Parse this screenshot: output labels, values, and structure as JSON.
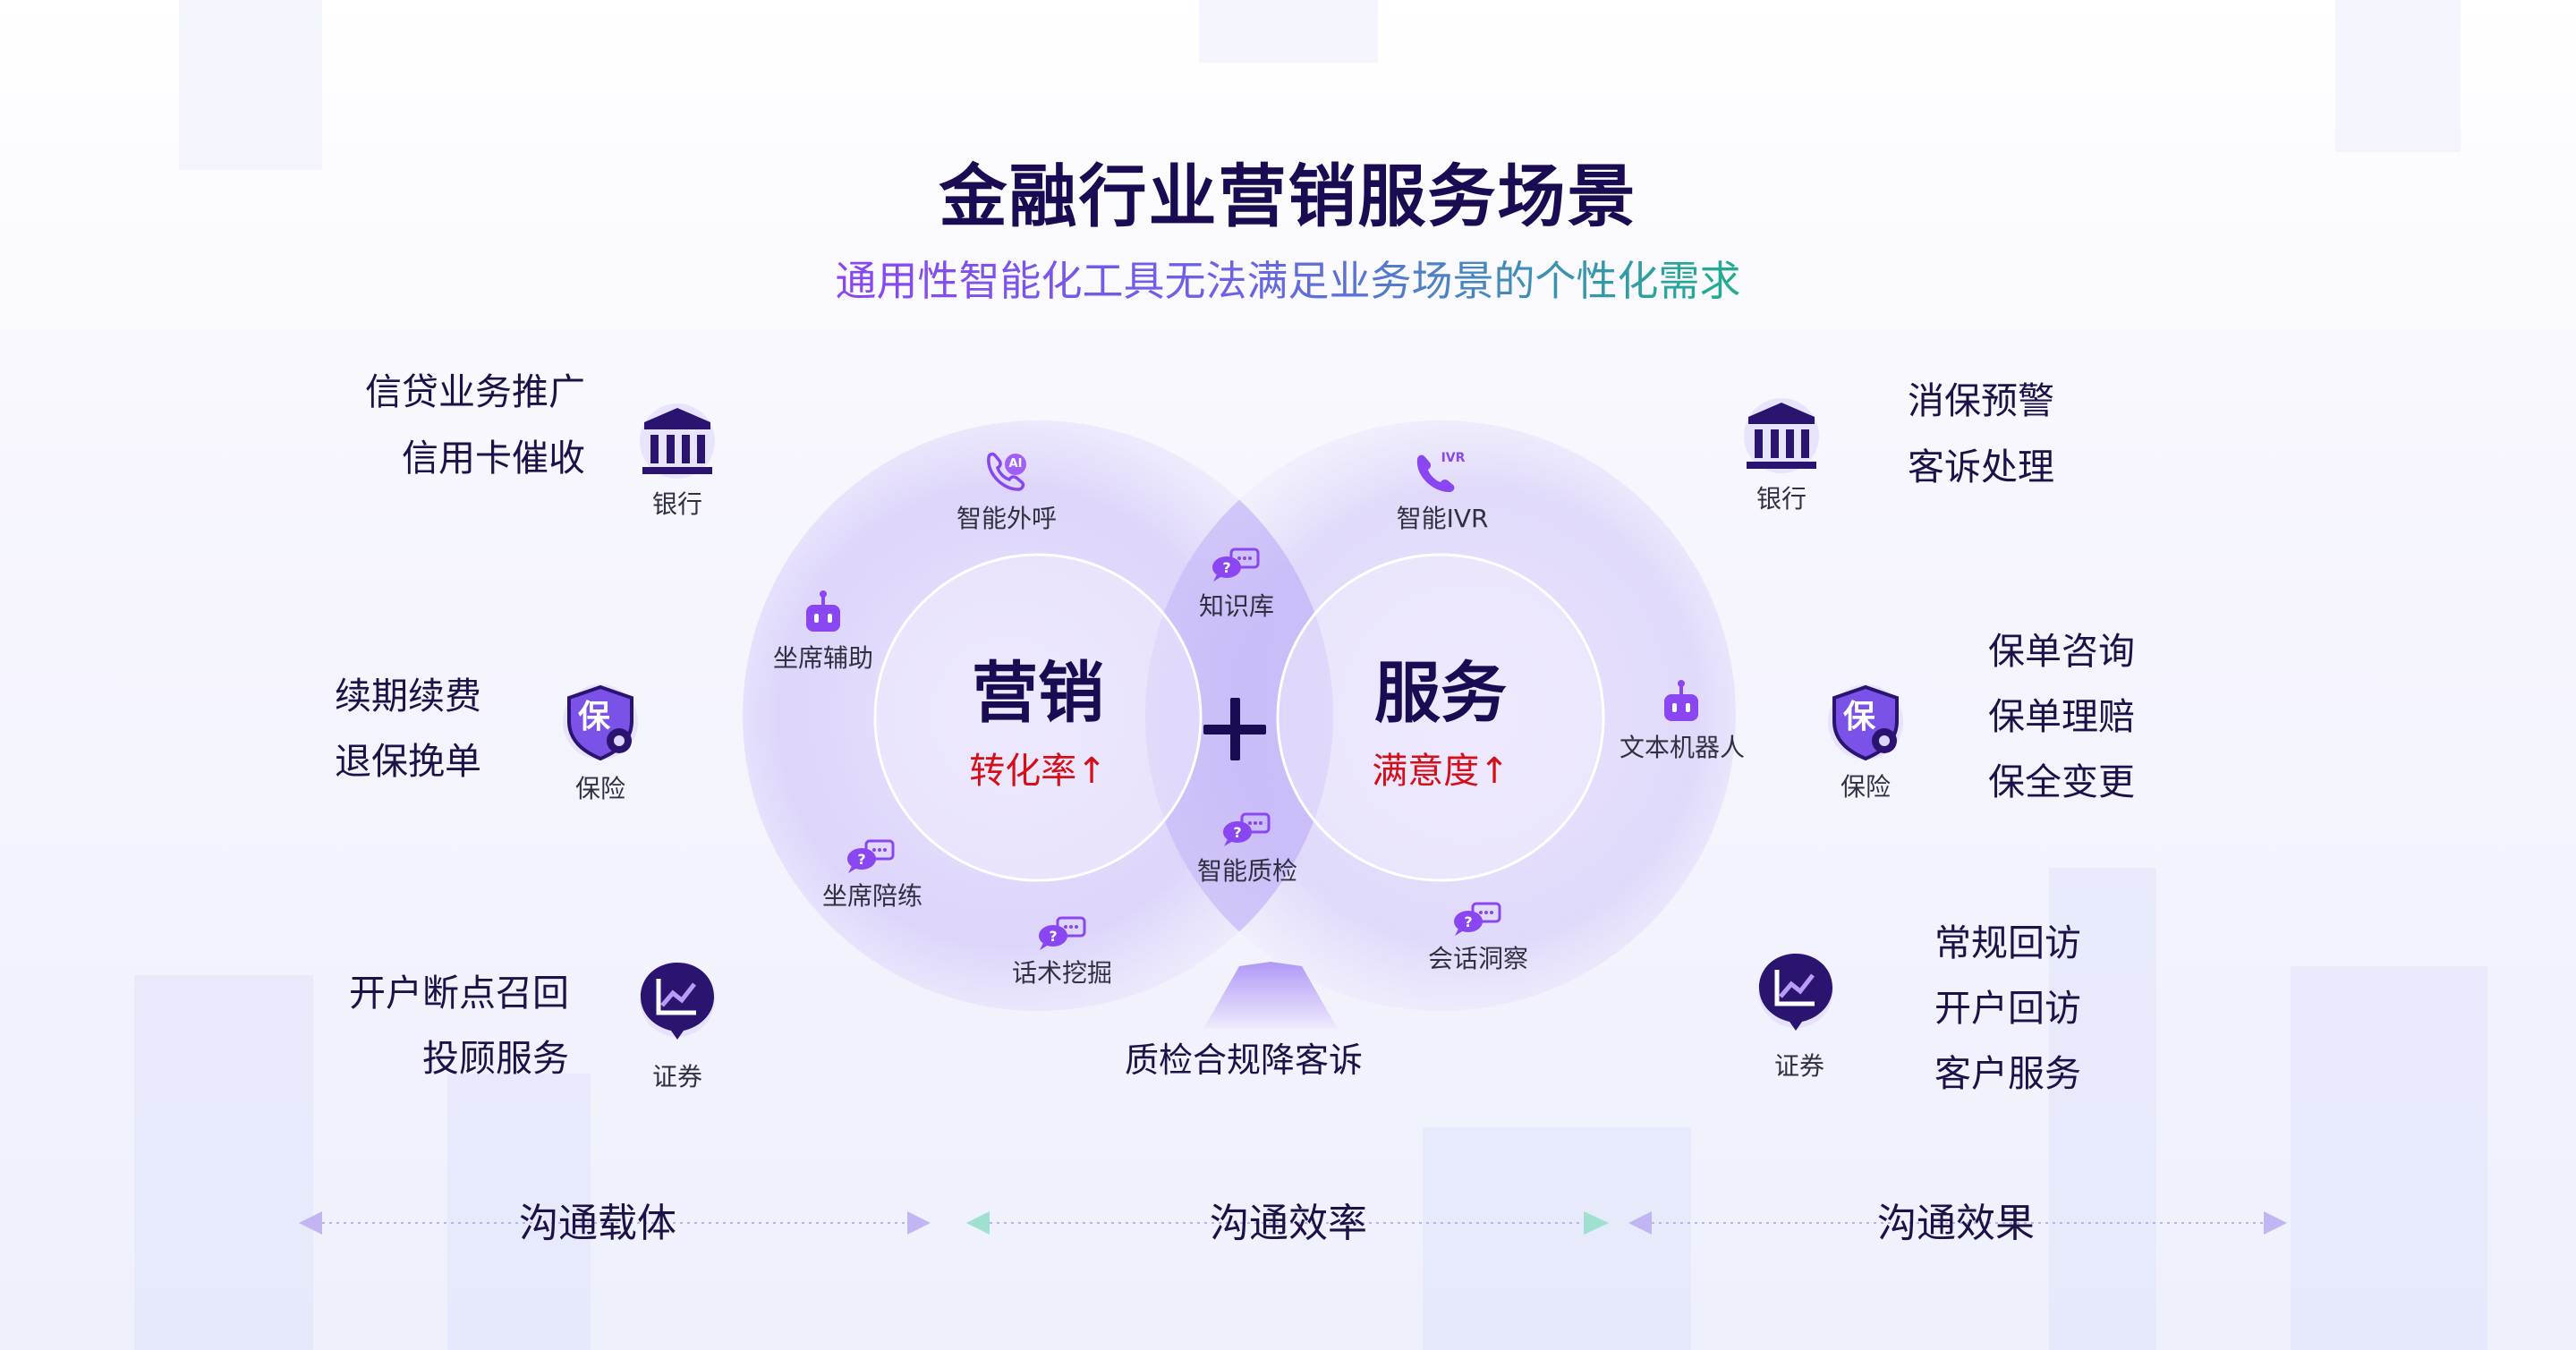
{
  "title": "金融行业营销服务场景",
  "subtitle": "通用性智能化工具无法满足业务场景的个性化需求",
  "left_groups": [
    {
      "icon": "bank-icon",
      "caption": "银行",
      "lines": [
        "信贷业务推广",
        "信用卡催收"
      ]
    },
    {
      "icon": "insurance-shield-icon",
      "caption": "保险",
      "lines": [
        "续期续费",
        "退保挽单"
      ]
    },
    {
      "icon": "securities-chart-icon",
      "caption": "证券",
      "lines": [
        "开户断点召回",
        "投顾服务"
      ]
    }
  ],
  "right_groups": [
    {
      "icon": "bank-icon",
      "caption": "银行",
      "lines": [
        "消保预警",
        "客诉处理"
      ]
    },
    {
      "icon": "insurance-shield-icon",
      "caption": "保险",
      "lines": [
        "保单咨询",
        "保单理赔",
        "保全变更"
      ]
    },
    {
      "icon": "securities-chart-icon",
      "caption": "证券",
      "lines": [
        "常规回访",
        "开户回访",
        "客户服务"
      ]
    }
  ],
  "shield_char": "保",
  "marketing": {
    "title": "营销",
    "metric": "转化率↑"
  },
  "service": {
    "title": "服务",
    "metric": "满意度↑"
  },
  "plus": "+",
  "tools": {
    "smart_outbound": "智能外呼",
    "agent_assist": "坐席辅助",
    "agent_training": "坐席陪练",
    "script_mining": "话术挖掘",
    "knowledge_base": "知识库",
    "smart_qc": "智能质检",
    "smart_ivr": "智能IVR",
    "text_robot": "文本机器人",
    "session_insight": "会话洞察"
  },
  "ai_badge": "AI",
  "ivr_badge": "IVR",
  "bottom_label": "质检合规降客诉",
  "footer": [
    "沟通载体",
    "沟通效率",
    "沟通效果"
  ],
  "colors": {
    "title": "#1a0b52",
    "accent_purple": "#8a46f0",
    "accent_green": "#1fae8e",
    "metric_red": "#d3101a",
    "icon_dark": "#2a1470"
  }
}
